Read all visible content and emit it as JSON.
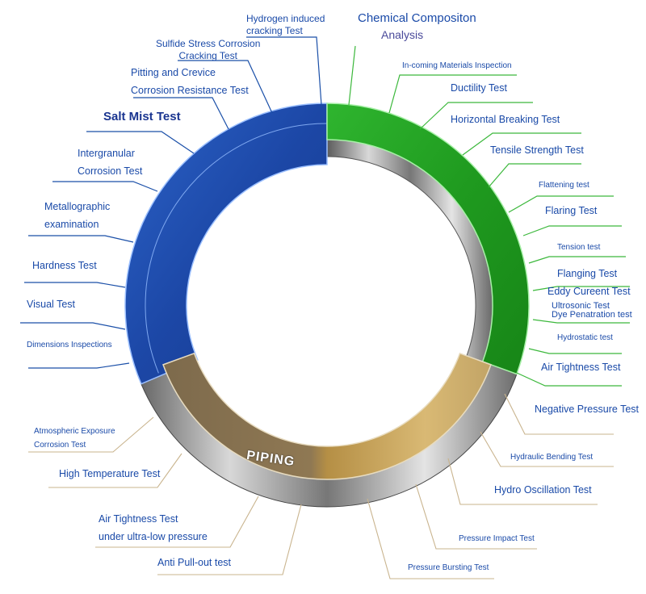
{
  "center_label": "PIPING",
  "colors": {
    "blue": "#1f4fb0",
    "green": "#2aa52a",
    "gold": "#b89a5a",
    "label_text": "#1a4aa8"
  },
  "blue_tests": [
    [
      "Hydrogen induced",
      "cracking Test"
    ],
    [
      "Sulfide Stress Corrosion",
      "Cracking Test"
    ],
    [
      "Pitting and Crevice",
      "Corrosion Resistance Test"
    ],
    [
      "Salt Mist Test"
    ],
    [
      "Intergranular",
      "Corrosion Test"
    ],
    [
      "Metallographic",
      "examination"
    ],
    [
      "Hardness Test"
    ],
    [
      "Visual Test"
    ],
    [
      "Dimensions Inspections"
    ]
  ],
  "green_tests": {
    "chemical": [
      "Chemical Compositon",
      "Analysis"
    ],
    "items": [
      "In-coming Materials Inspection",
      "Ductility Test",
      "Horizontal Breaking Test",
      "Tensile Strength Test",
      "Flattening test",
      "Flaring Test",
      "Tension test",
      "Flanging Test",
      "Eddy Cureent Test",
      "Ultrosonic Test",
      "Dye Penatration test",
      "Hydrostatic test",
      "Air Tightness Test"
    ]
  },
  "gold_tests_right": [
    "Negative Pressure Test",
    "Hydraulic Bending Test",
    "Hydro Oscillation Test",
    "Pressure Impact Test",
    "Pressure Bursting Test"
  ],
  "gold_tests_left": [
    [
      "Atmospheric Exposure",
      "Corrosion Test"
    ],
    [
      "High Temperature Test"
    ],
    [
      "Air Tightness Test",
      "under ultra-low pressure"
    ],
    [
      "Anti Pull-out test"
    ]
  ]
}
